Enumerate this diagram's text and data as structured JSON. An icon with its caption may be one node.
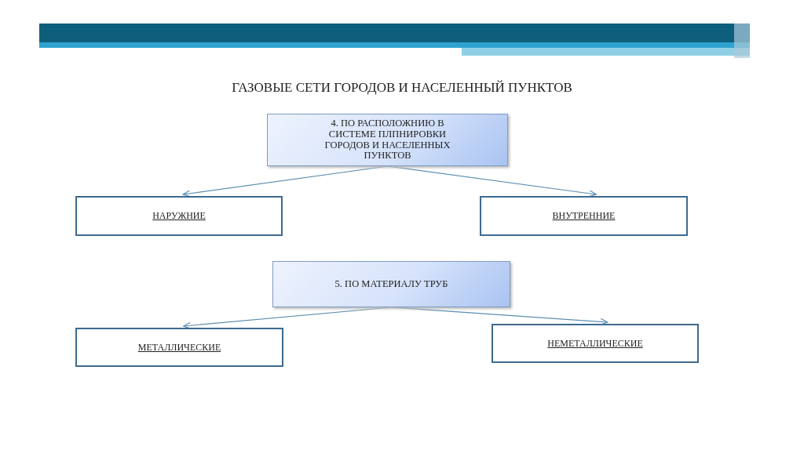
{
  "diagram": {
    "title": "ГАЗОВЫЕ СЕТИ ГОРОДОВ И НАСЕЛЕННЫЙ ПУНКТОВ",
    "nodes": [
      {
        "text": [
          "4. ПО РАСПОЛОЖНИЮ В СИСТЕМЕ ПЛПНИРОВКИ ГОРОДОВ И НАСЕЛЕННЫХ ПУНКТОВ"
        ]
      },
      {
        "text": [
          "НАРУЖНИЕ"
        ]
      },
      {
        "text": [
          "ВНУТРЕННИЕ"
        ]
      },
      {
        "text": [
          "5. ПО МАТЕРИАЛУ ТРУБ"
        ]
      },
      {
        "text": [
          "МЕТАЛЛИЧЕСКИЕ"
        ]
      },
      {
        "text": [
          "НЕМЕТАЛЛИЧЕСКИЕ"
        ]
      }
    ],
    "edges": [
      {
        "from": 0,
        "to": 1,
        "arrow": "to"
      },
      {
        "from": 0,
        "to": 2,
        "arrow": "to"
      },
      {
        "from": 3,
        "to": 4,
        "arrow": "to"
      },
      {
        "from": 3,
        "to": 5,
        "arrow": "to"
      }
    ]
  }
}
